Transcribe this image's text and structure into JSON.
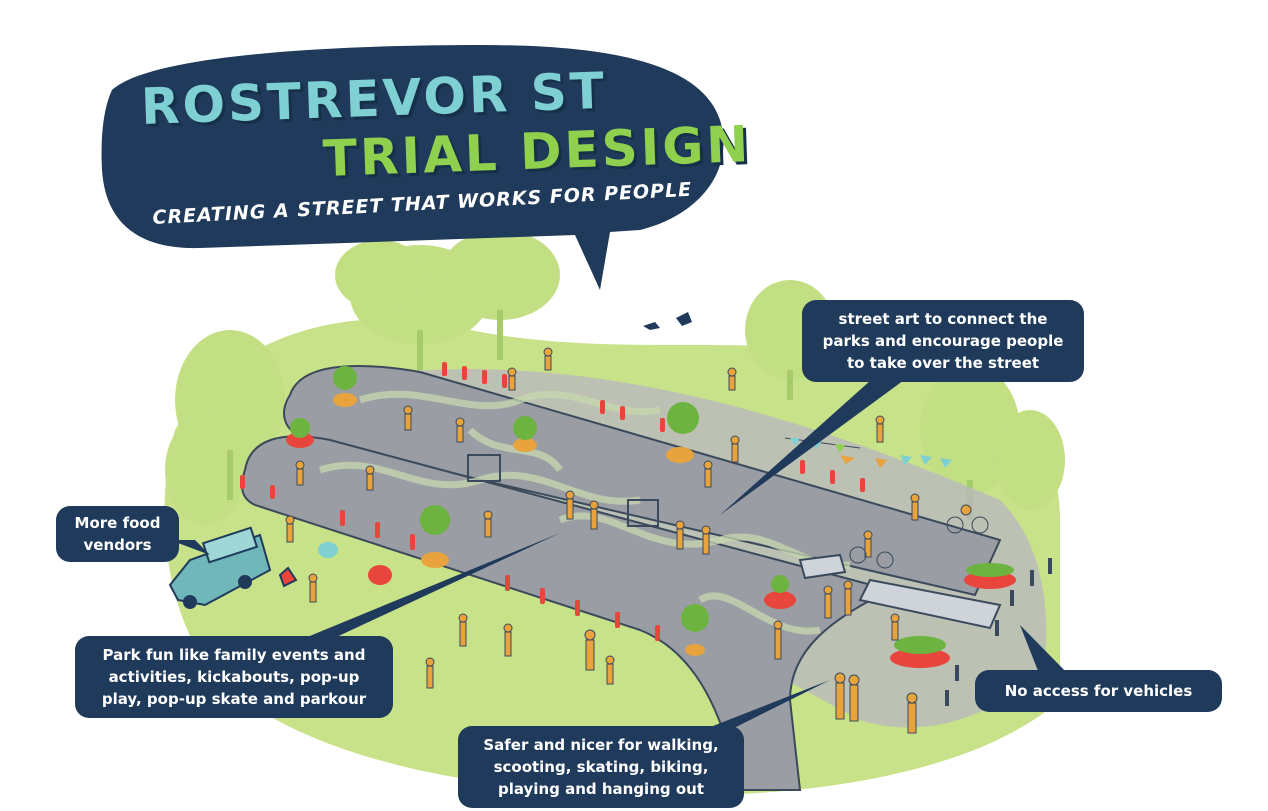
{
  "title": {
    "line1": "ROSTREVOR ST",
    "line2": "TRIAL DESIGN",
    "subtitle": "CREATING A STREET THAT WORKS FOR PEOPLE"
  },
  "callouts": {
    "street_art": [
      "street art to connect the",
      "parks and encourage people",
      "to take over the street"
    ],
    "food": [
      "More food",
      "vendors"
    ],
    "park_fun": [
      "Park fun like family events and",
      "activities, kickabouts, pop-up",
      "play, pop-up skate and parkour"
    ],
    "no_access": [
      "No access for vehicles"
    ],
    "safer": [
      "Safer and nicer for walking,",
      "scooting, skating, biking,",
      "playing and hanging out"
    ]
  },
  "colors": {
    "navy": "#1f3a5a",
    "title_teal": "#7fd0d2",
    "title_green": "#8fd14f",
    "grass": "#c8e28a",
    "road": "#9a9da3",
    "bollard": "#e8463c"
  }
}
